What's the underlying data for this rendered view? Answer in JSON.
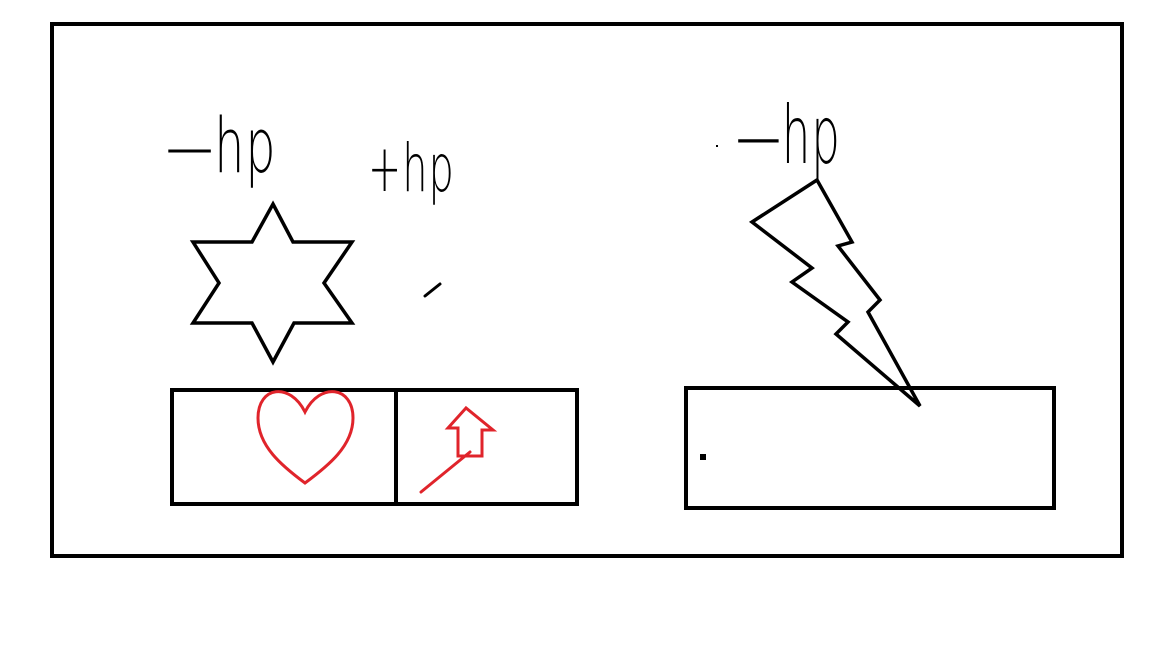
{
  "labels": {
    "left_minus_hp": "—hp",
    "plus_hp": "+hp",
    "right_minus_hp": "—hp"
  },
  "icons": {
    "left_top": "six-pointed-star-icon",
    "right_top": "lightning-bolt-icon",
    "heal_slot": "heart-icon",
    "upgrade_slot": "up-arrow-icon"
  },
  "colors": {
    "ink": "#000000",
    "accent": "#e0242b",
    "background": "#ffffff"
  }
}
